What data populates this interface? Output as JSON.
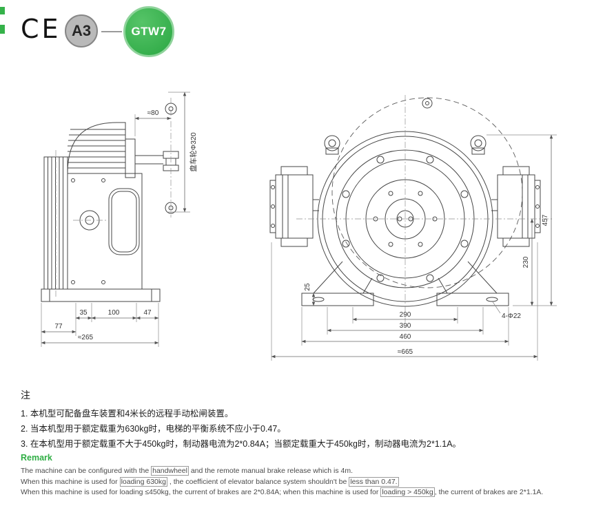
{
  "theme": {
    "accent_green": "#35b24a",
    "line_color": "#454545"
  },
  "header": {
    "ce_mark": "CE",
    "a3_badge": "A3",
    "model_badge": "GTW7"
  },
  "left_drawing": {
    "dim_top": "≈80",
    "handwheel_label": "盘车轮Φ320",
    "dim_35": "35",
    "dim_100": "100",
    "dim_47": "47",
    "dim_77": "77",
    "dim_265": "≈265"
  },
  "right_drawing": {
    "dim_457": "457",
    "dim_230": "230",
    "dim_25": "25",
    "dim_290": "290",
    "dim_390": "390",
    "dim_460": "460",
    "dim_665": "≈665",
    "label_holes": "4-Φ22"
  },
  "notes": {
    "heading": "注",
    "items": [
      "1. 本机型可配备盘车装置和4米长的远程手动松闸装置。",
      "2. 当本机型用于额定载重为630kg时，电梯的平衡系统不应小于0.47。",
      "3. 在本机型用于额定载重不大于450kg时，制动器电流为2*0.84A；当额定载重大于450kg时，制动器电流为2*1.1A。"
    ]
  },
  "remark": {
    "heading": "Remark",
    "lines": [
      [
        {
          "t": "The machine can be configured with the "
        },
        {
          "t": "handwheel",
          "box": true
        },
        {
          "t": " and the remote manual brake release which is 4m."
        }
      ],
      [
        {
          "t": "When this machine is used for "
        },
        {
          "t": "loading 630kg",
          "box": true
        },
        {
          "t": " , the coefficient of elevator balance system shouldn't be "
        },
        {
          "t": "less than 0.47.",
          "box": true
        }
      ],
      [
        {
          "t": "When this machine is used for loading ≤450kg, the current of brakes are 2*0.84A; when this machine is used for "
        },
        {
          "t": "loading > 450kg",
          "box": true
        },
        {
          "t": ", the current of brakes are 2*1.1A."
        }
      ]
    ]
  }
}
